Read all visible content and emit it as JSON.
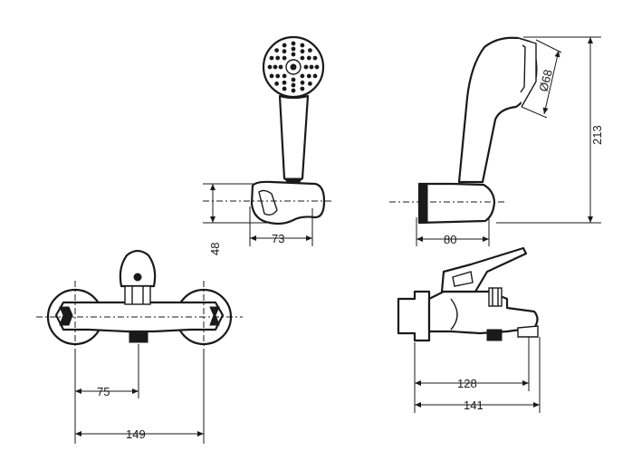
{
  "dimensions": {
    "hand_shower_front_width": "73",
    "hand_shower_holder_height": "48",
    "hand_shower_side_depth": "80",
    "hand_shower_length": "213",
    "hand_shower_head_diameter": "Ø68",
    "mixer_front_center_offset": "75",
    "mixer_front_width": "149",
    "mixer_side_depth_spout": "128",
    "mixer_side_depth_total": "141"
  }
}
